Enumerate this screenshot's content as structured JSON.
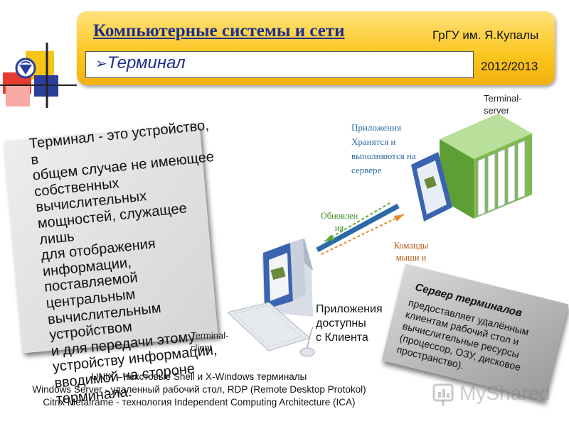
{
  "header": {
    "course_title": "Компьютерные системы и сети",
    "university": "ГрГУ им. Я.Купалы",
    "topic": "Терминал",
    "topic_bullet": "➢",
    "year": "2012/2013"
  },
  "definition": {
    "lines": [
      "Терминал - это устройство, в",
      "общем случае не имеющее",
      "собственных вычислительных",
      "мощностей, служащее лишь",
      "для отображения информации,",
      "поставляемой центральным",
      "вычислительным устройством",
      "и для передачи этому",
      "устройству информации,",
      "вводимой на стороне",
      "терминала."
    ]
  },
  "server_card": {
    "title": "Сервер терминалов",
    "lines": [
      "предоставляет удалённым",
      "клиентам рабочий стол и",
      "вычислительные ресурсы",
      "(процессор, ОЗУ, дисковое",
      "пространство)."
    ]
  },
  "diagram": {
    "server_label": [
      "Terminal-",
      "server"
    ],
    "client_label": [
      "Terminal-",
      "client"
    ],
    "apps_on_server": [
      "Приложения",
      "Хранятся и",
      "выполняются на",
      "сервере"
    ],
    "updates_label": [
      "Обновлен",
      "ия"
    ],
    "commands_label": [
      "Команды",
      "мыши и"
    ],
    "apps_on_client": [
      "Приложения",
      "доступны",
      "с Клиента"
    ],
    "colors": {
      "server_green": "#7dbb4c",
      "arrow_green": "#5aa832",
      "arrow_orange": "#e08a2a",
      "monitor_blue": "#3b64b0"
    }
  },
  "footer": {
    "lines": [
      "UNIX – текстовые Shell и X-Windows терминалы",
      "Windows Server  - удаленный рабочий стол, RDP (Remote Desktop Protokol)",
      "Citrix Metaframe - технология Independent Computing Architecture (ICA)"
    ]
  },
  "watermark": {
    "text": "MyShared",
    "icon": "myshared-logo-icon"
  }
}
